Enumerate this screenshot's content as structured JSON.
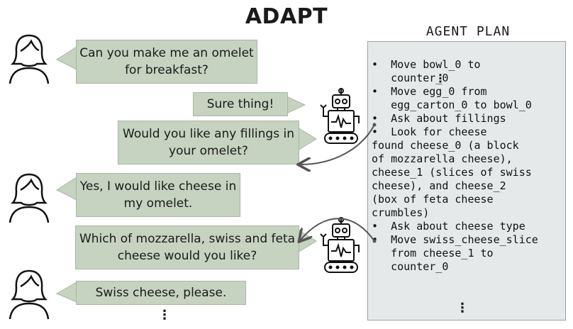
{
  "title": "ADAPT",
  "agent_plan": {
    "heading": "AGENT PLAN",
    "lines": [
      "•  Move bowl_0 to",
      "   counter_0",
      "•  Move egg_0 from",
      "   egg_carton_0 to bowl_0",
      "•  Ask about fillings",
      "•  Look for cheese",
      "found cheese_0 (a block",
      "of mozzarella cheese),",
      "cheese_1 (slices of swiss",
      "cheese), and cheese_2",
      "(box of feta cheese",
      "crumbles)",
      "•  Ask about cheese type",
      "•  Move swiss_cheese_slice",
      "   from cheese_1 to",
      "   counter_0"
    ]
  },
  "dialogue": {
    "user_1": "Can you make me an omelet for breakfast?",
    "robot_1a": "Sure thing!",
    "robot_1b": "Would you like any fillings in your omelet?",
    "user_2": "Yes, I would like cheese in my omelet.",
    "robot_2": "Which of mozzarella, swiss and feta cheese would you like?",
    "user_3": "Swiss cheese, please."
  },
  "colors": {
    "bubble": "#c5d3c0",
    "plan_box": "#e6e9ea",
    "arrow": "#555555"
  },
  "icons": [
    "person-icon",
    "robot-icon",
    "ellipsis-icon"
  ]
}
